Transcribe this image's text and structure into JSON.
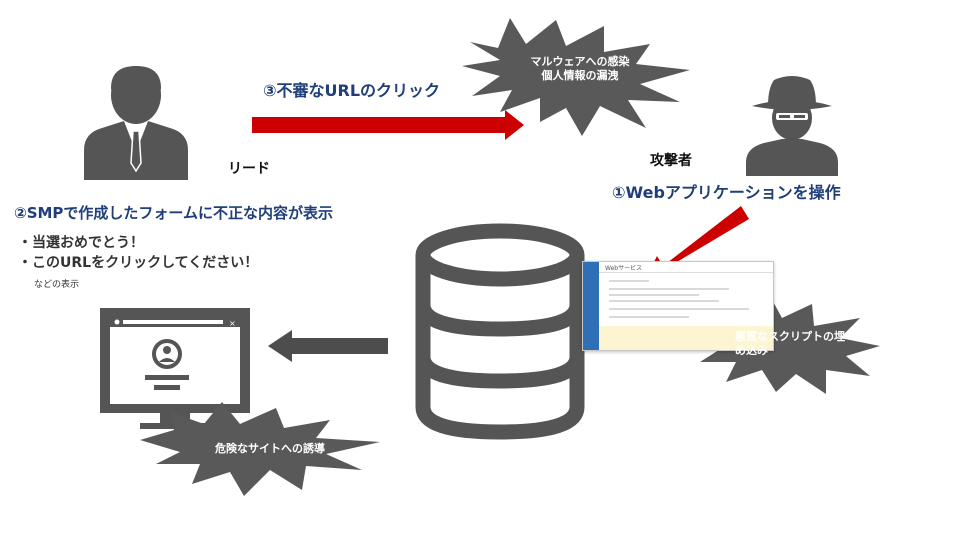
{
  "labels": {
    "lead": "リード",
    "attacker": "攻撃者",
    "step1": "①Webアプリケーションを操作",
    "step2": "②SMPで作成したフォームに不正な内容が表示",
    "step3": "③不審なURLのクリック",
    "message_line1": "・当選おめでとう！",
    "message_line2": "・このURLをクリックしてください！",
    "message_note": "などの表示"
  },
  "bursts": {
    "infection_line1": "マルウェアへの感染",
    "infection_line2": "個人情報の漏洩",
    "script_line1": "悪質なスクリプトの埋",
    "script_line2": "め込み",
    "dangerous_site": "危険なサイトへの誘導"
  },
  "thumbnail": {
    "app_title": "Webサービス"
  },
  "colors": {
    "red_arrow": "#cc0000",
    "gray_arrow": "#4d4d4d",
    "icon": "#555555",
    "burst": "#595959",
    "label_blue": "#1f3e7a"
  }
}
